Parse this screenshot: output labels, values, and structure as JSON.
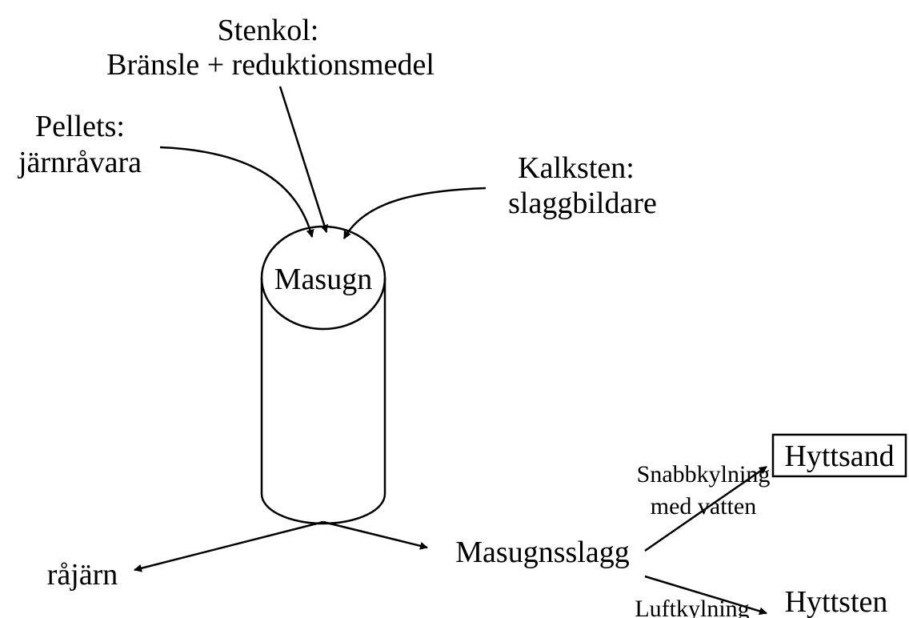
{
  "inputs": {
    "stenkol": {
      "title": "Stenkol:",
      "subtitle": "Bränsle + reduktionsmedel"
    },
    "pellets": {
      "title": "Pellets:",
      "subtitle": "järnråvara"
    },
    "kalksten": {
      "title": "Kalksten:",
      "subtitle": "slaggbildare"
    }
  },
  "furnace": {
    "label": "Masugn"
  },
  "outputs": {
    "rajarn": "råjärn",
    "masugnsslagg": "Masugnsslagg"
  },
  "processes": {
    "snabbkylning_line1": "Snabbkylning",
    "snabbkylning_line2": "med vatten",
    "luftkylning": "Luftkylning"
  },
  "products": {
    "hyttsand": "Hyttsand",
    "hyttsten": "Hyttsten"
  },
  "colors": {
    "stroke": "#000000",
    "background": "#ffffff"
  }
}
